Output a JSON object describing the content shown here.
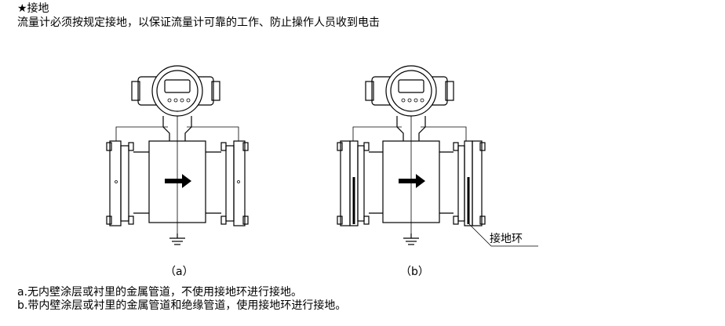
{
  "section": {
    "title": "★接地",
    "intro": "流量计必须按规定接地，以保证流量计可靠的工作、防止操作人员收到电击"
  },
  "figures": {
    "caption_a": "（a）",
    "caption_b": "（b）",
    "ring_label": "接地环"
  },
  "notes": [
    "a.无内壁涂层或衬里的金属管道，不使用接地环进行接地。",
    "b.带内壁涂层或衬里的金属管道和绝缘管道，使用接地环进行接地。"
  ],
  "icons": [
    "flowmeter-diagram",
    "ground-symbol-icon",
    "flow-arrow-icon"
  ]
}
